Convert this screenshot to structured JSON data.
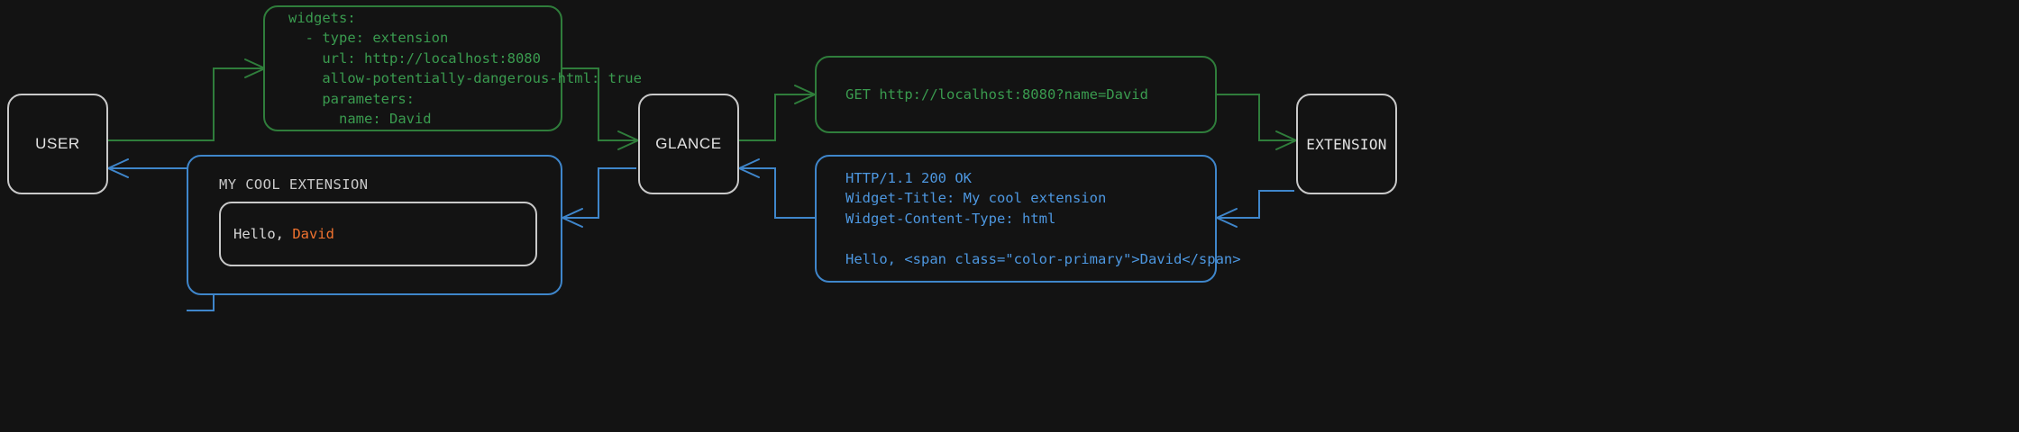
{
  "diagram": {
    "background": "#131313",
    "colors": {
      "request": "#2f7d3b",
      "request_text": "#3a9b4f",
      "response": "#3f86cb",
      "response_text": "#4d97e0",
      "node_border": "#c9c9c9",
      "accent": "#f0722f"
    }
  },
  "nodes": {
    "user": {
      "label": "USER"
    },
    "glance": {
      "label": "GLANCE"
    },
    "extension": {
      "label": "EXTENSION"
    }
  },
  "messages": {
    "config": {
      "kind": "request",
      "text": "widgets:\n  - type: extension\n    url: http://localhost:8080\n    allow-potentially-dangerous-html: true\n    parameters:\n      name: David"
    },
    "http_request": {
      "kind": "request",
      "text": "GET http://localhost:8080?name=David"
    },
    "http_response": {
      "kind": "response",
      "text": "HTTP/1.1 200 OK\nWidget-Title: My cool extension\nWidget-Content-Type: html\n\nHello, <span class=\"color-primary\">David</span>"
    }
  },
  "widget_preview": {
    "kind": "response",
    "title": "MY COOL EXTENSION",
    "greeting_prefix": "Hello, ",
    "greeting_name": "David"
  }
}
